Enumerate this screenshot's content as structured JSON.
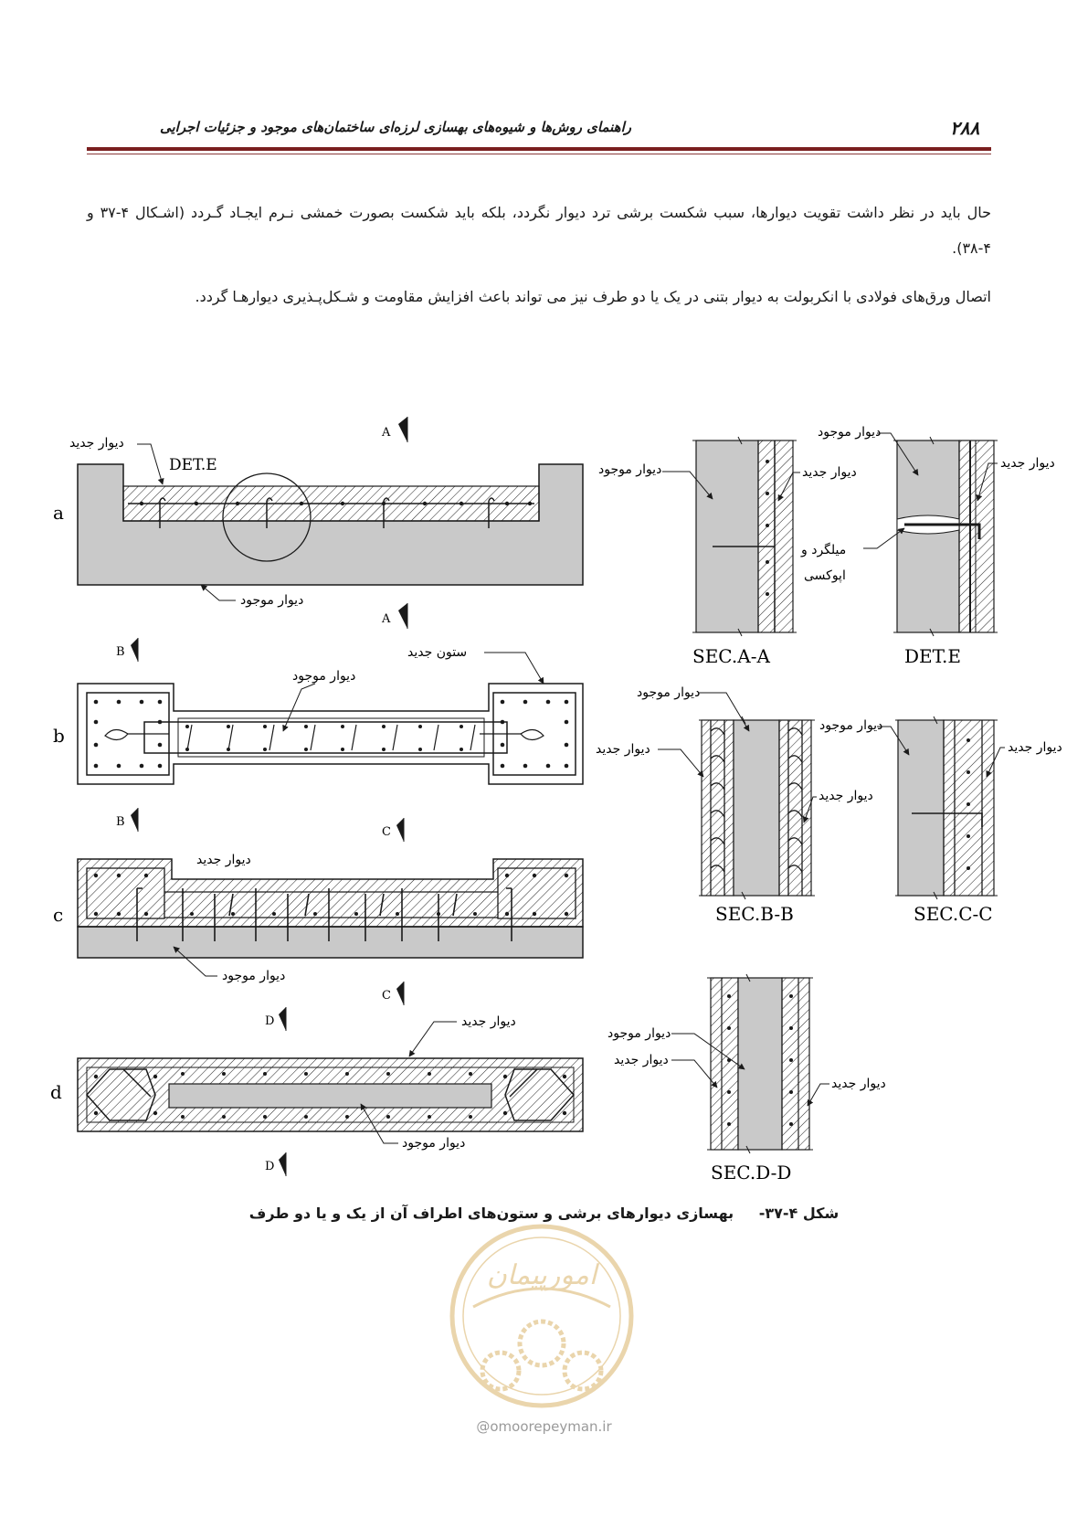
{
  "header": {
    "page_number": "۲۸۸",
    "running_title": "راهنمای روش‌ها و شیوه‌های بهسازی لرزه‌ای ساختمان‌های موجود و جزئیات اجرایی"
  },
  "body": {
    "paragraph_1": "حال باید در نظر داشت تقویت دیوارها، سبب شکست برشی ترد دیوار نگردد، بلکه باید شکست بصورت خمشی نـرم ایجـاد گـردد (اشـکال ۴-۳۷ و ۴-۳۸).",
    "paragraph_2": "اتصال ورق‌های فولادی با انکربولت به دیوار بتنی در یک یا دو طرف نیز می تواند باعث افزایش مقاومت و شـکل‌پـذیری دیوارهـا گردد."
  },
  "figure": {
    "panel_letters": [
      "a",
      "b",
      "c",
      "d"
    ],
    "section_markers": {
      "A": "A",
      "B": "B",
      "C": "C",
      "D": "D"
    },
    "det_e_label": "DET.E",
    "new_wall": "دیوار جدید",
    "existing_wall": "دیوار موجود",
    "new_column": "ستون جدید",
    "rebar_epoxy_1": "میلگرد و",
    "rebar_epoxy_2": "اپوکسی",
    "sec_a_a": "SEC.A-A",
    "det_e": "DET.E",
    "sec_b_b": "SEC.B-B",
    "sec_c_c": "SEC.C-C",
    "sec_d_d": "SEC.D-D",
    "colors": {
      "concrete": "#c9c9c9",
      "line": "#1a1a1a",
      "rule": "#7a1f1f"
    }
  },
  "caption": {
    "number": "شکل ۴-۳۷-",
    "text": "بهسازی دیوارهای برشی و ستون‌های اطراف آن از یک و یا دو طرف"
  },
  "watermark": {
    "brand": "امورپیمان",
    "url": "@omoorepeyman.ir"
  }
}
